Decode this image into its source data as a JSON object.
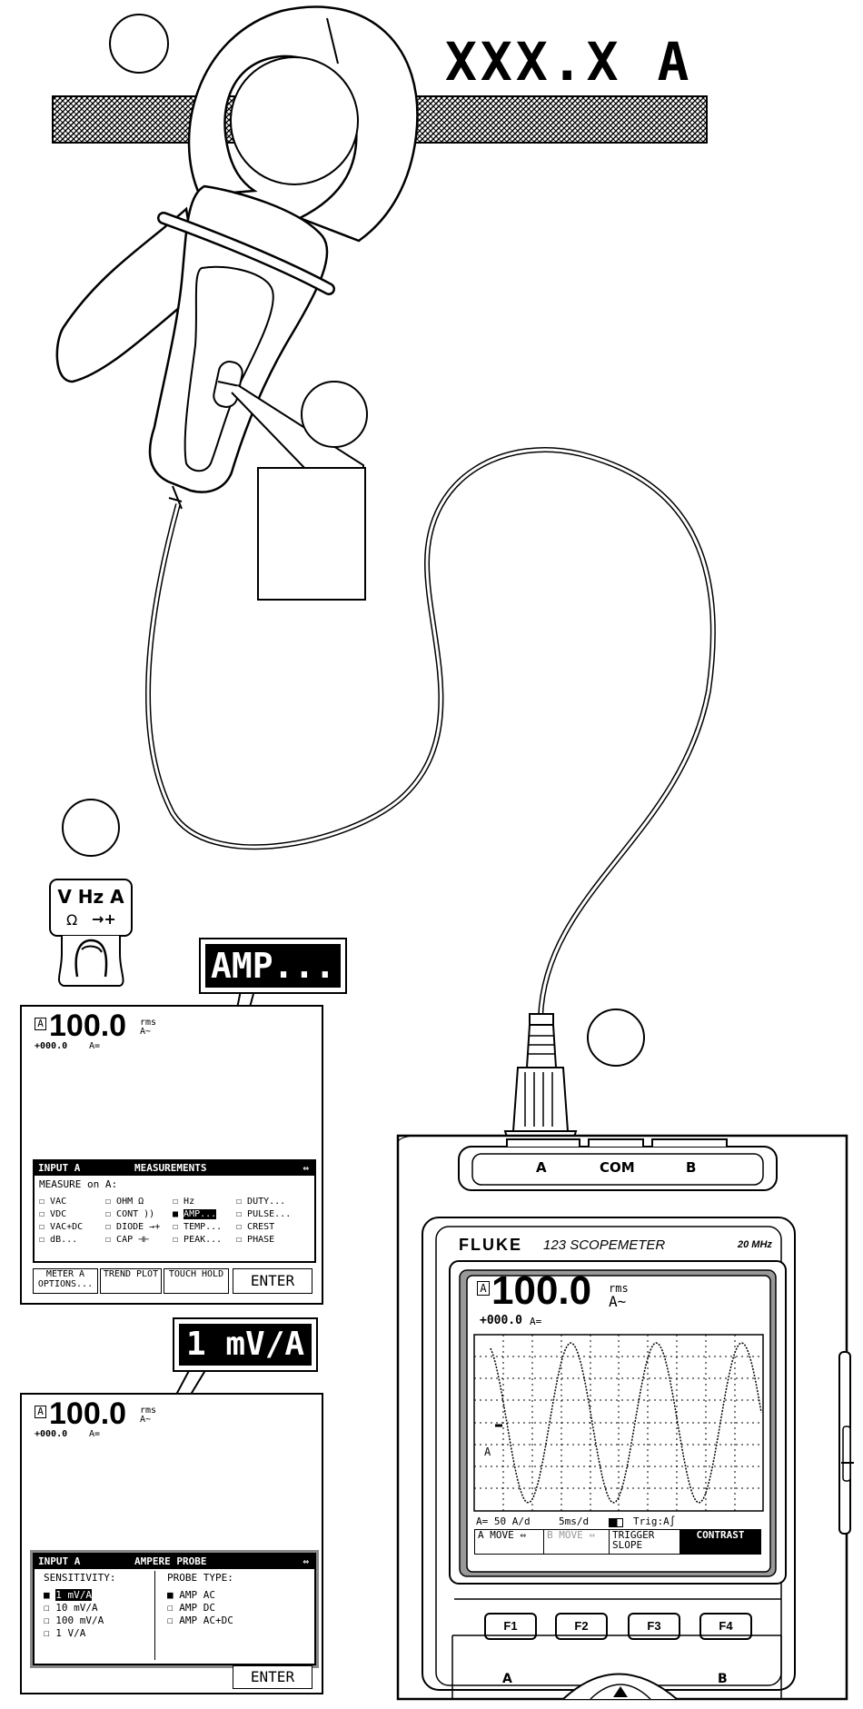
{
  "clamp_reading": "XXX.X A",
  "callout_amp": "AMP...",
  "callout_sensitivity": "1 mV/A",
  "function_key": {
    "line1": "V Hz A",
    "line2_ohm": "Ω",
    "line2_diode": "→+"
  },
  "screen1": {
    "channel": "A",
    "reading": "100.0",
    "unit_rms": "rms",
    "unit_a": "A~",
    "sub_reading": "+000.0",
    "sub_unit": "A=",
    "menu": {
      "input": "INPUT A",
      "title": "MEASUREMENTS",
      "prompt": "MEASURE on A:",
      "col1": [
        "VAC",
        "VDC",
        "VAC+DC",
        "dB..."
      ],
      "col2": [
        "OHM Ω",
        "CONT ))",
        "DIODE →+",
        "CAP ⊣⊢"
      ],
      "col3": [
        "Hz",
        "AMP...",
        "TEMP...",
        "PEAK..."
      ],
      "col4": [
        "DUTY...",
        "PULSE...",
        "CREST",
        "PHASE"
      ]
    },
    "fkeys": [
      "METER A OPTIONS...",
      "TREND PLOT",
      "TOUCH HOLD",
      "ENTER"
    ]
  },
  "screen2": {
    "channel": "A",
    "reading": "100.0",
    "unit_rms": "rms",
    "unit_a": "A~",
    "sub_reading": "+000.0",
    "sub_unit": "A=",
    "menu": {
      "input": "INPUT A",
      "title": "AMPERE PROBE",
      "sens_label": "SENSITIVITY:",
      "sens_options": [
        "1 mV/A",
        "10 mV/A",
        "100 mV/A",
        "1 V/A"
      ],
      "probe_label": "PROBE TYPE:",
      "probe_options": [
        "AMP AC",
        "AMP DC",
        "AMP AC+DC"
      ]
    },
    "enter": "ENTER"
  },
  "meter": {
    "brand": "FLUKE",
    "model": "123 SCOPEMETER",
    "bandwidth": "20 MHz",
    "jacks": [
      "A",
      "COM",
      "B"
    ],
    "screen": {
      "channel": "A",
      "reading": "100.0",
      "unit_rms": "rms",
      "unit_a": "A~",
      "sub_reading": "+000.0",
      "sub_unit": "A=",
      "trace_label": "A",
      "status": [
        "A= 50 A/d",
        "5ms/d",
        "Trig:A∫"
      ],
      "softkeys": [
        "A MOVE",
        "B MOVE",
        "TRIGGER SLOPE",
        "CONTRAST"
      ]
    },
    "f_buttons": [
      "F1",
      "F2",
      "F3",
      "F4"
    ],
    "bottom_buttons": [
      "A",
      "B"
    ]
  }
}
